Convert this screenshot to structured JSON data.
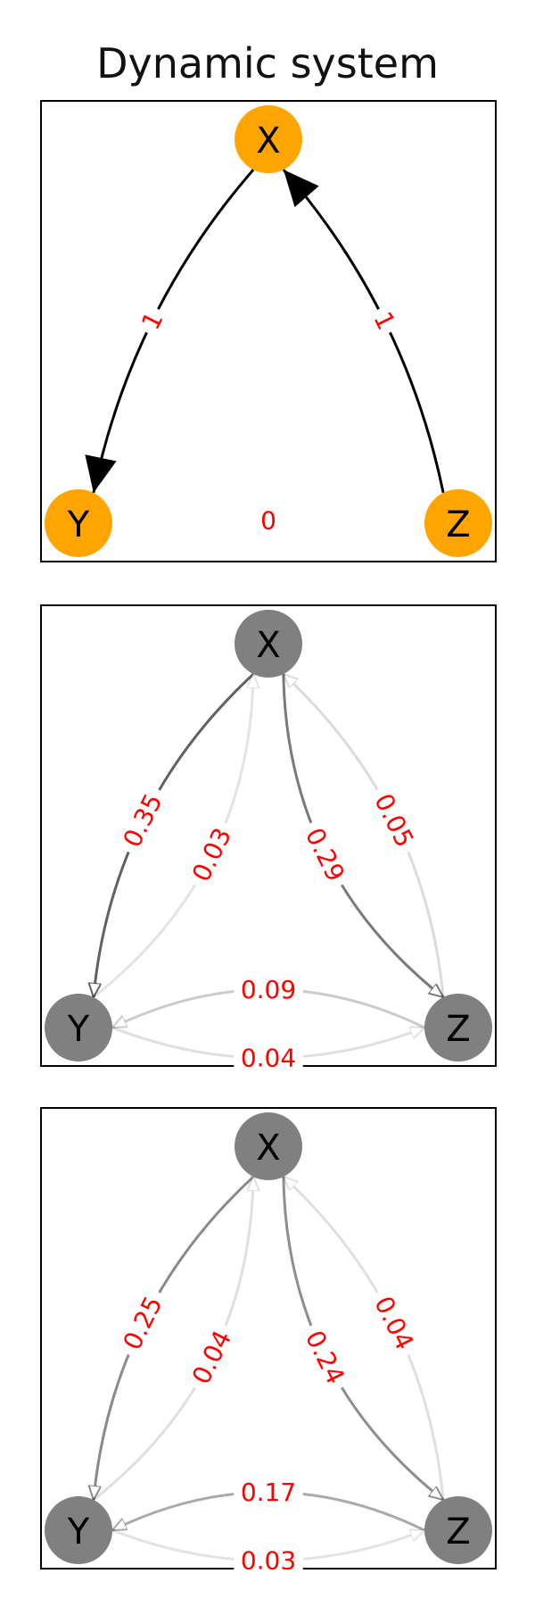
{
  "title": "Dynamic system",
  "colors": {
    "node_active": "#FFA500",
    "node_inactive": "#808080",
    "edge_label": "#FF0000",
    "frame": "#000000"
  },
  "panels": [
    {
      "name": "panel-dynamic-system",
      "node_color": "#FFA500",
      "nodes": [
        "X",
        "Y",
        "Z"
      ],
      "center_label": "0",
      "edges": [
        {
          "from": "X",
          "to": "Y",
          "label": "1",
          "weight": 1.0
        },
        {
          "from": "Z",
          "to": "X",
          "label": "1",
          "weight": 1.0
        }
      ]
    },
    {
      "name": "panel-estimate-1",
      "node_color": "#808080",
      "nodes": [
        "X",
        "Y",
        "Z"
      ],
      "edges": [
        {
          "from": "X",
          "to": "Y",
          "label": "0.35",
          "weight": 0.35
        },
        {
          "from": "Y",
          "to": "X",
          "label": "0.03",
          "weight": 0.03
        },
        {
          "from": "Z",
          "to": "X",
          "label": "0.05",
          "weight": 0.05
        },
        {
          "from": "X",
          "to": "Z",
          "label": "0.29",
          "weight": 0.29
        },
        {
          "from": "Z",
          "to": "Y",
          "label": "0.09",
          "weight": 0.09
        },
        {
          "from": "Y",
          "to": "Z",
          "label": "0.04",
          "weight": 0.04
        }
      ]
    },
    {
      "name": "panel-estimate-2",
      "node_color": "#808080",
      "nodes": [
        "X",
        "Y",
        "Z"
      ],
      "edges": [
        {
          "from": "X",
          "to": "Y",
          "label": "0.25",
          "weight": 0.25
        },
        {
          "from": "Y",
          "to": "X",
          "label": "0.04",
          "weight": 0.04
        },
        {
          "from": "Z",
          "to": "X",
          "label": "0.04",
          "weight": 0.04
        },
        {
          "from": "X",
          "to": "Z",
          "label": "0.24",
          "weight": 0.24
        },
        {
          "from": "Z",
          "to": "Y",
          "label": "0.17",
          "weight": 0.17
        },
        {
          "from": "Y",
          "to": "Z",
          "label": "0.03",
          "weight": 0.03
        }
      ]
    }
  ]
}
